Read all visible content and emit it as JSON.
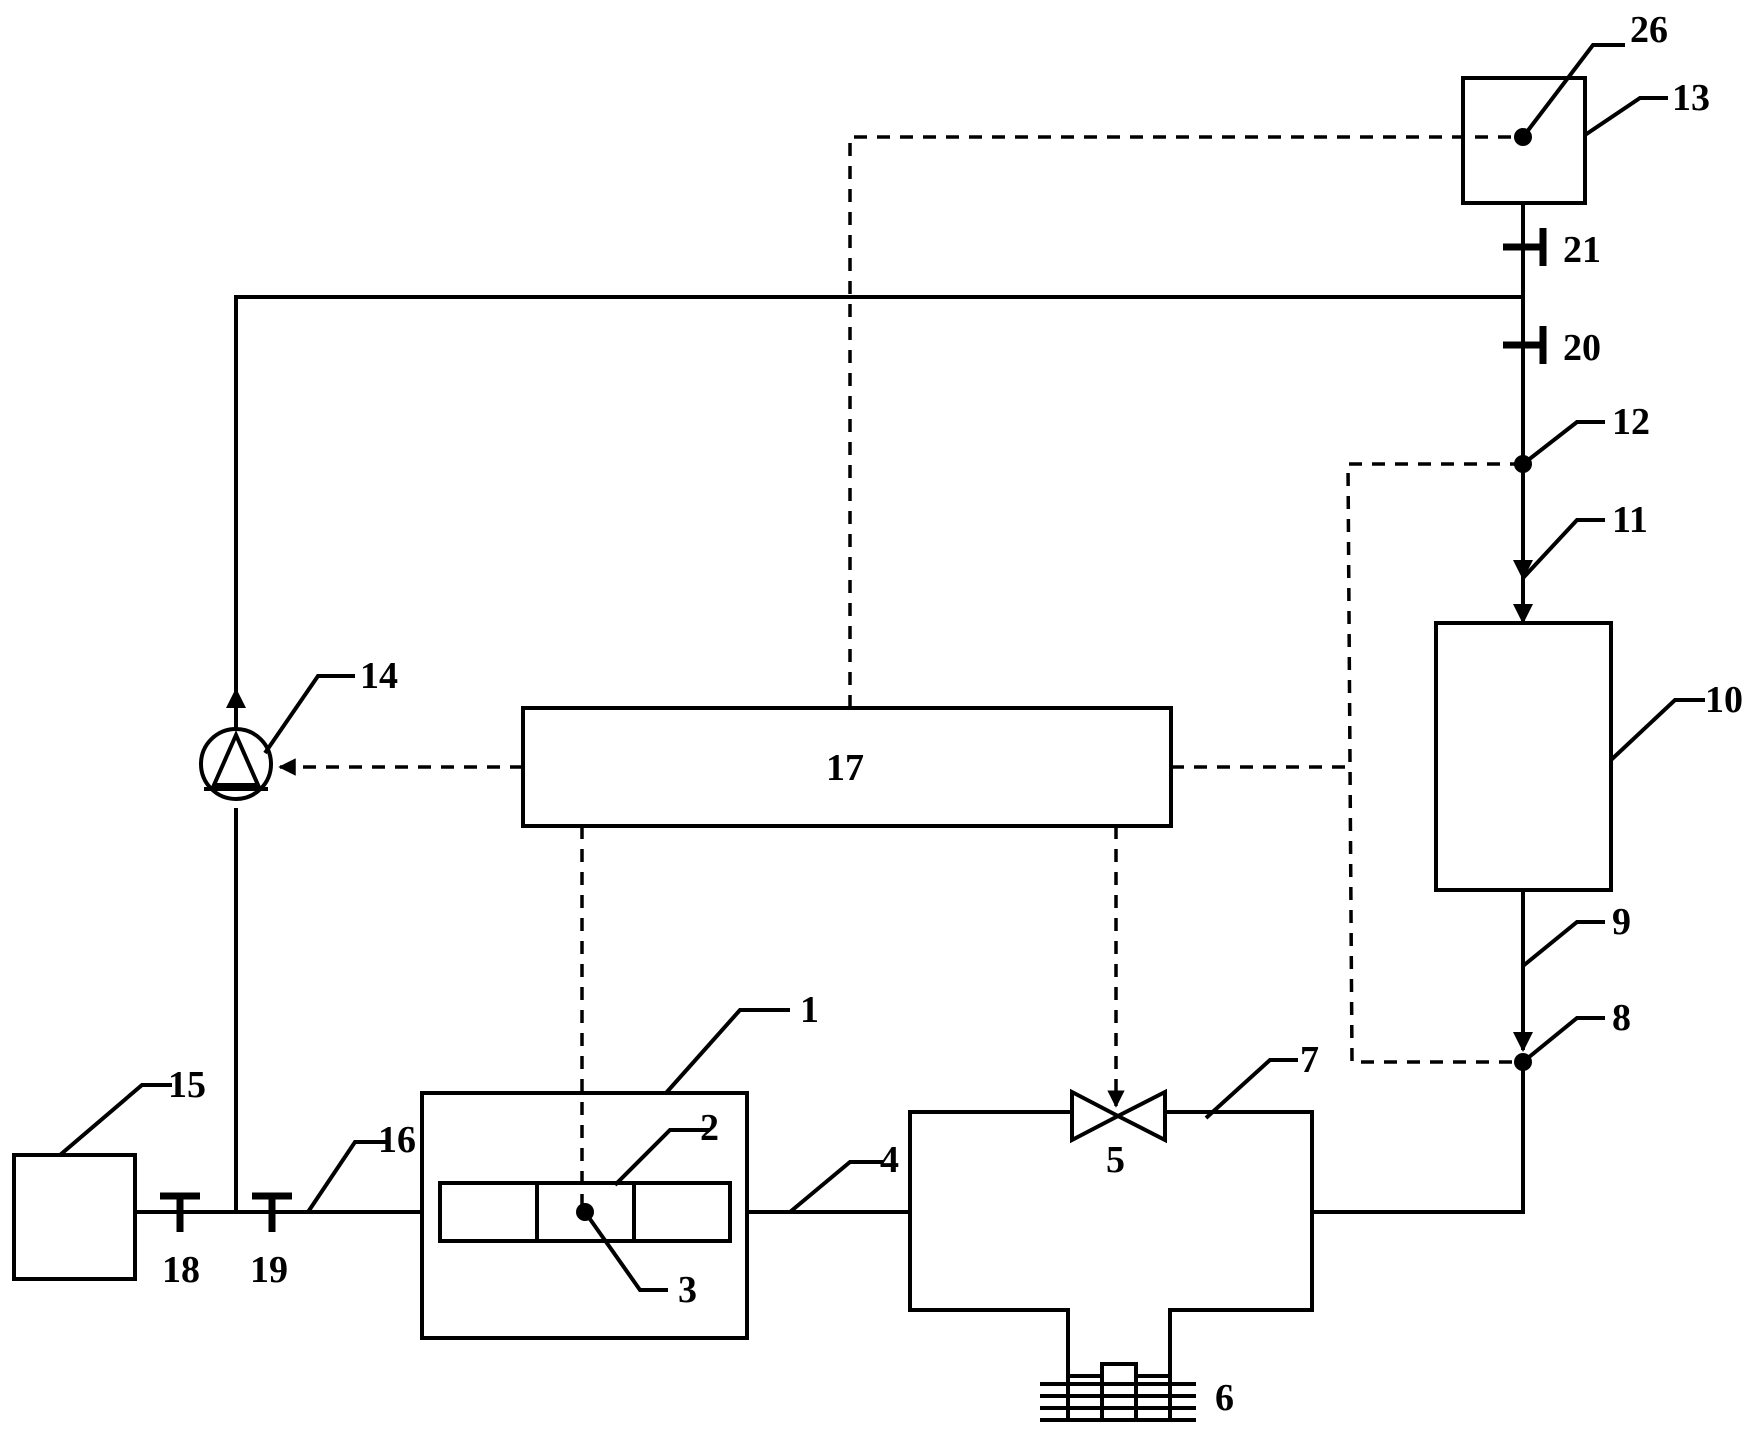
{
  "labels": {
    "l1": "1",
    "l2": "2",
    "l3": "3",
    "l4": "4",
    "l5": "5",
    "l6": "6",
    "l7": "7",
    "l8": "8",
    "l9": "9",
    "l10": "10",
    "l11": "11",
    "l12": "12",
    "l13": "13",
    "l14": "14",
    "l15": "15",
    "l16": "16",
    "l17": "17",
    "l18": "18",
    "l19": "19",
    "l20": "20",
    "l21": "21",
    "l26": "26"
  }
}
